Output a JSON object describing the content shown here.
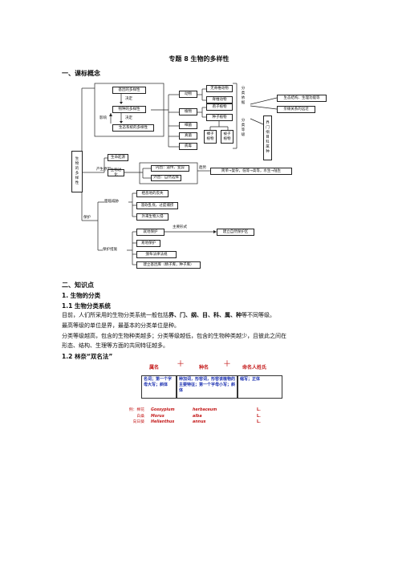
{
  "doc": {
    "title": "专题 8  生物的多样性",
    "section1": "一、课标概念",
    "section2": "二、知识点",
    "sub1": "1. 生物的分类",
    "sub11": "1.1  生物分类系统",
    "para1_pre": "目前，人们所采用的生物分类系统一般包括",
    "para1_bold": "界、门、纲、目、科、属、种",
    "para1_post": "等不同等级。",
    "para2": "最高等级的单位是界，最基本的分类单位是种。",
    "para3": "分类等级越高，包含的生物种类越多；分类等级越低，包含的生物种类越少，且彼此之间在",
    "para4": "形态、结构、生理等方面的共同特征越多。",
    "sub12": "1.2  林奈“双名法”"
  },
  "concept_map": {
    "root": "生物的多样性",
    "gene_div": "基因的多样性",
    "species_div": "物种的多样性",
    "eco_div": "生态系统的多样性",
    "decides1": "决定",
    "decides2": "决定",
    "influence": "影响",
    "animal": "动物",
    "plant": "植物",
    "fungi": "细菌",
    "mushroom": "真菌",
    "virus": "病毒",
    "vertebrate": "无脊椎动物",
    "invertebrate": "脊椎动物",
    "spore_plant": "孢子植物",
    "seed_plant": "种子植物",
    "angio": "被子植物",
    "gymno": "裸子植物",
    "classify_by": "分类依据",
    "classify_level": "分类等级",
    "eco_struct": "生态结构、生理功能等",
    "kinship": "亲缘关系的远近",
    "ranks": "界门纲目科属种",
    "origin": "生命起源",
    "cause": "产生原因",
    "evolution": "生物进化",
    "internal": "内因：遗传、变异",
    "external": "外因：自然选择",
    "trend_label": "趋势",
    "trend": "简单→复杂，低等→高等，水生→陆生",
    "protect": "保护",
    "threat": "面临威胁",
    "t1": "栖息地的丧失",
    "t2": "滥砍乱伐，过度捕捞",
    "t3": "外来生物入侵",
    "measure": "保护措施",
    "m1": "就地保护",
    "main_form": "主要形式",
    "reserve": "建立自然保护区",
    "m2": "易地保护",
    "m3": "颁布法律法规",
    "m4": "建立基因库（精子库，种子库）"
  },
  "naming": {
    "genus": "属名",
    "species": "种名",
    "namer": "命名人姓氏",
    "plus": "＋",
    "genus_desc": "名词；第一个字母大写；斜体",
    "species_desc": "种加词，形容词，形容该植物的主要特征；第一个字母小写；斜体",
    "namer_desc": "缩写；正体",
    "examples": [
      {
        "label": "例：棉花",
        "genus": "Gossypium",
        "species": "herbaceum",
        "namer": "L."
      },
      {
        "label": "白桑",
        "genus": "Morus",
        "species": "alba",
        "namer": "L."
      },
      {
        "label": "向日葵",
        "genus": "Helianthus",
        "species": "annus",
        "namer": "L."
      }
    ]
  }
}
